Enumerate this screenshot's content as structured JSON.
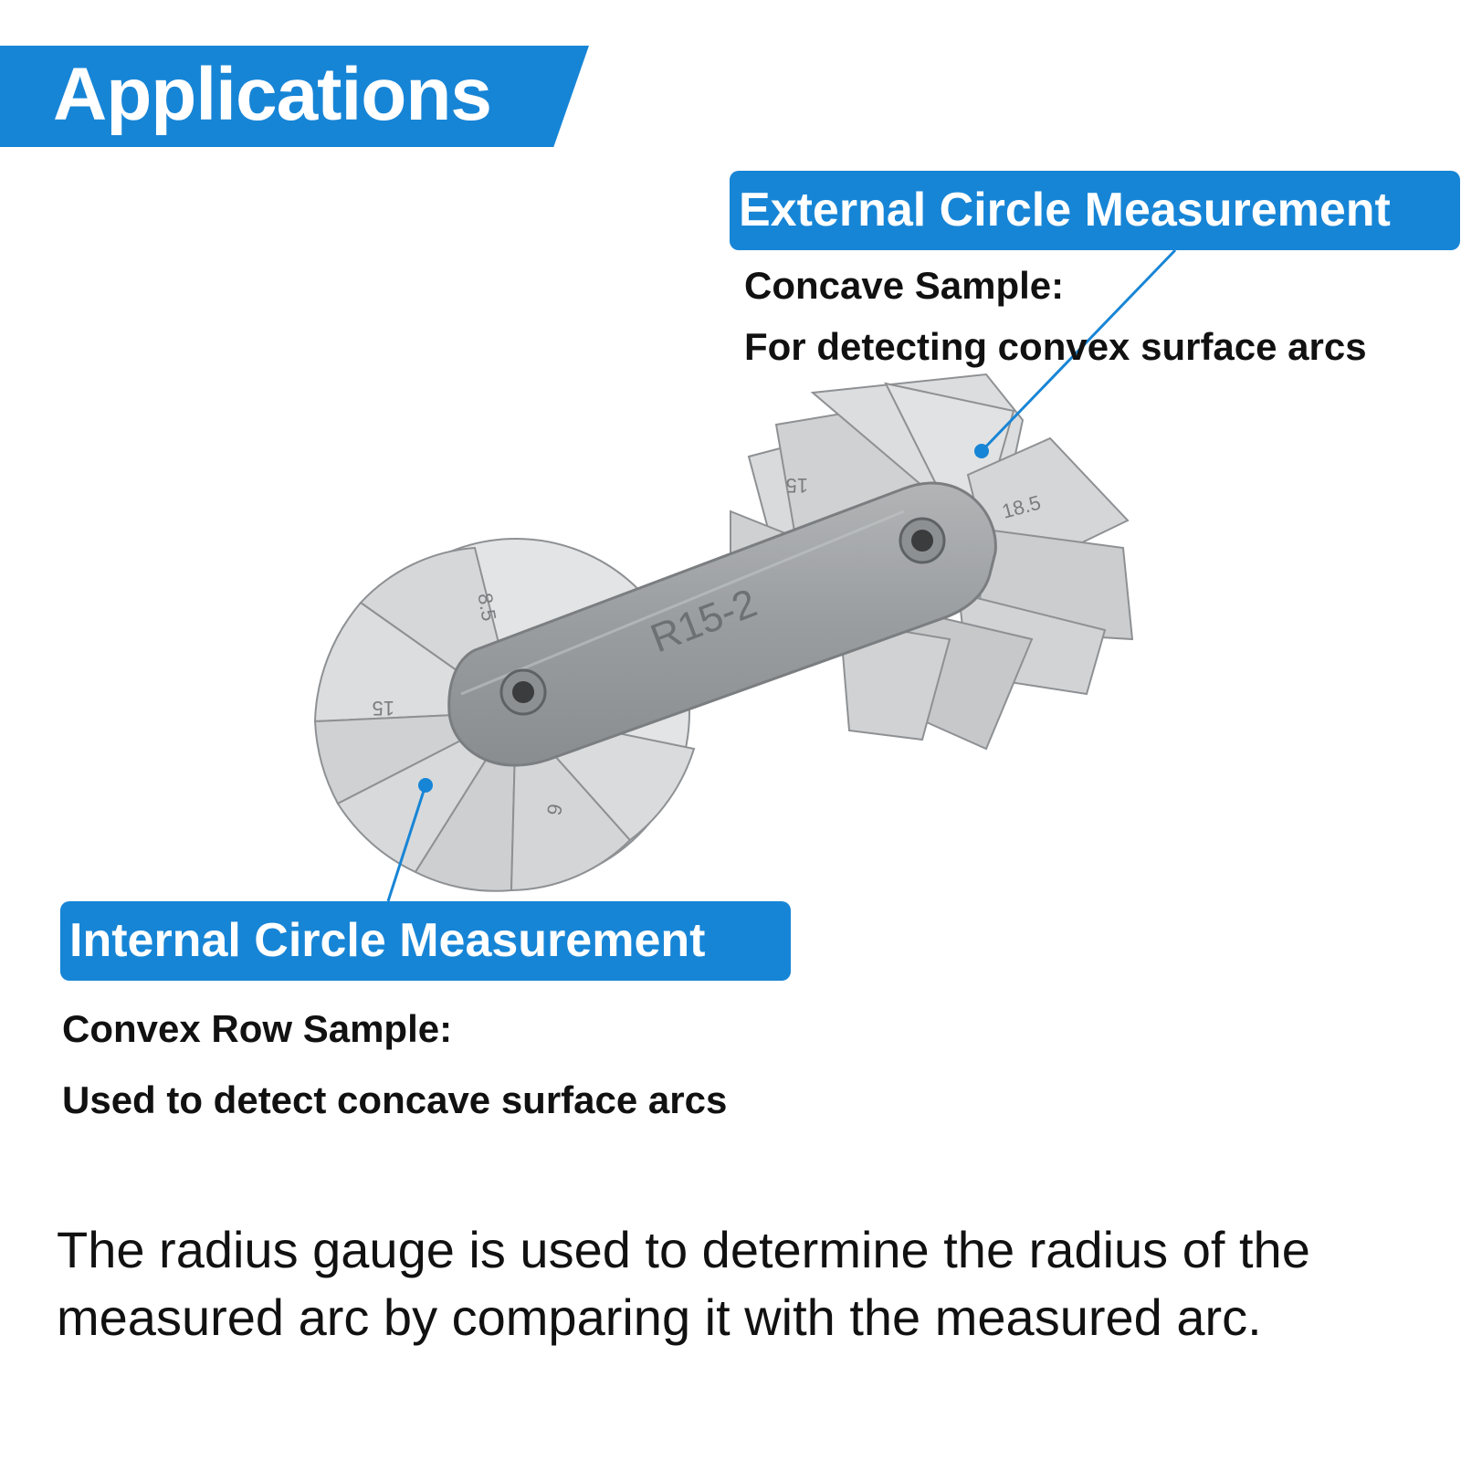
{
  "banner": {
    "title": "Applications"
  },
  "external": {
    "tag": "External Circle Measurement",
    "line1": "Concave Sample:",
    "line2": "For detecting convex surface arcs"
  },
  "internal": {
    "tag": "Internal Circle Measurement",
    "line1": "Convex Row Sample:",
    "line2": "Used to detect concave surface arcs"
  },
  "gauge": {
    "marking": "R15-2",
    "leaf_labels": [
      "15",
      "18.5",
      "8.5",
      "15",
      "6"
    ]
  },
  "description": {
    "line1": "The radius gauge is used to determine the radius of the",
    "line2": "measured arc by comparing it with the measured arc."
  },
  "colors": {
    "accent": "#1785d6",
    "metal": "#c9cbcc",
    "text": "#111111"
  }
}
